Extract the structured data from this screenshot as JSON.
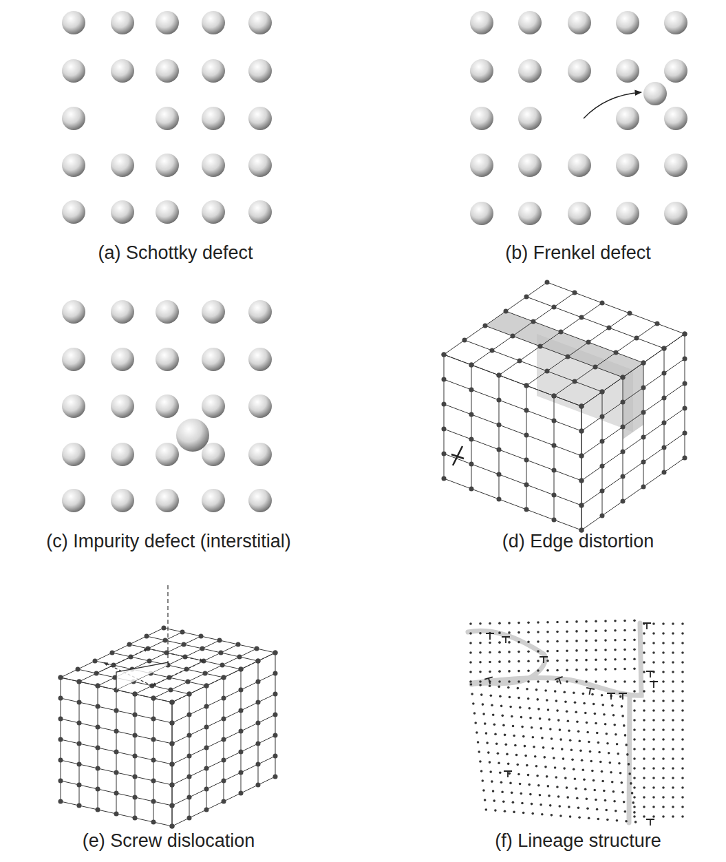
{
  "diagram": {
    "labels": [
      "(a) Schottky defect",
      "(b) Frenkel defect",
      "(c) Impurity defect (interstitial)",
      "(d) Edge distortion",
      "(e) Screw dislocation",
      "(f) Lineage structure"
    ]
  }
}
